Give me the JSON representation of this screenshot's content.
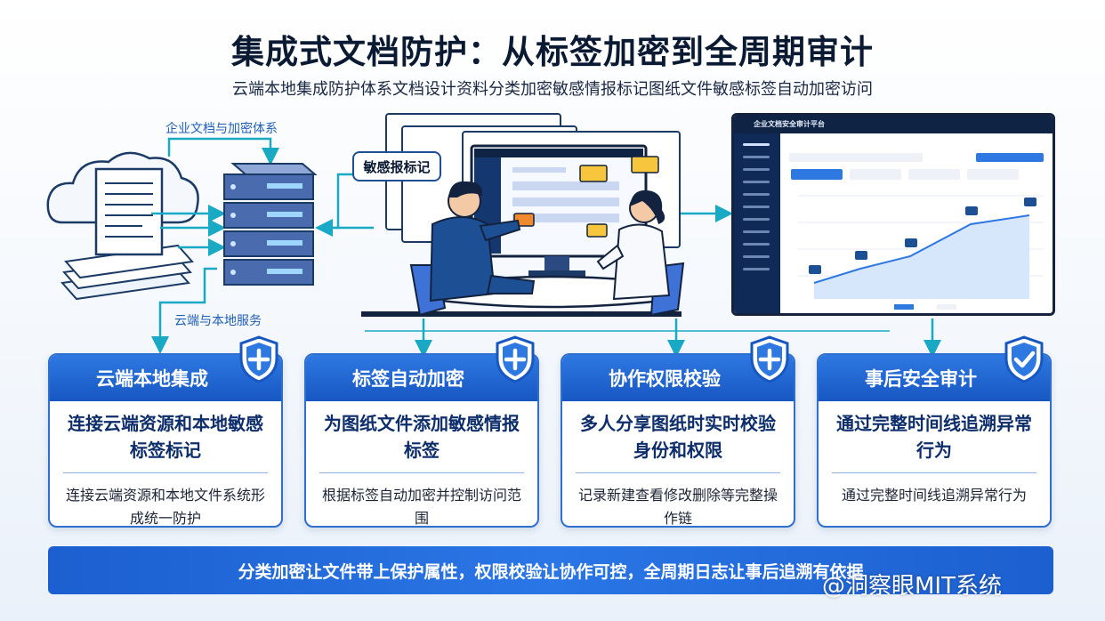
{
  "title": "集成式文档防护：从标签加密到全周期审计",
  "subtitle": "云端本地集成防护体系文档设计资料分类加密敏感情报标记图纸文件敏感标签自动加密访问",
  "diagram": {
    "label_top": "企业文档与加密体系",
    "label_bottom": "云端与本地服务",
    "tag_bubble": "敏感报标记",
    "dashboard_title": "企业文档安全审计平台"
  },
  "cards": [
    {
      "title": "云端本地集成",
      "main": "连接云端资源和本地敏感标签标记",
      "sub": "连接云端资源和本地文件系统形成统一防护",
      "icon": "shield-plus-icon"
    },
    {
      "title": "标签自动加密",
      "main": "为图纸文件添加敏感情报标签",
      "sub": "根据标签自动加密并控制访问范围",
      "icon": "shield-plus-icon"
    },
    {
      "title": "协作权限校验",
      "main": "多人分享图纸时实时校验身份和权限",
      "sub": "记录新建查看修改删除等完整操作链",
      "icon": "shield-plus-icon"
    },
    {
      "title": "事后安全审计",
      "main": "通过完整时间线追溯异常行为",
      "sub": "通过完整时间线追溯异常行为",
      "icon": "shield-check-icon"
    }
  ],
  "footer": "分类加密让文件带上保护属性，权限校验让协作可控，全周期日志让事后追溯有依据",
  "watermark": "@洞察眼MIT系统",
  "colors": {
    "accent": "#1f6fe0",
    "dark": "#0f2345",
    "teal": "#19a9c4"
  }
}
